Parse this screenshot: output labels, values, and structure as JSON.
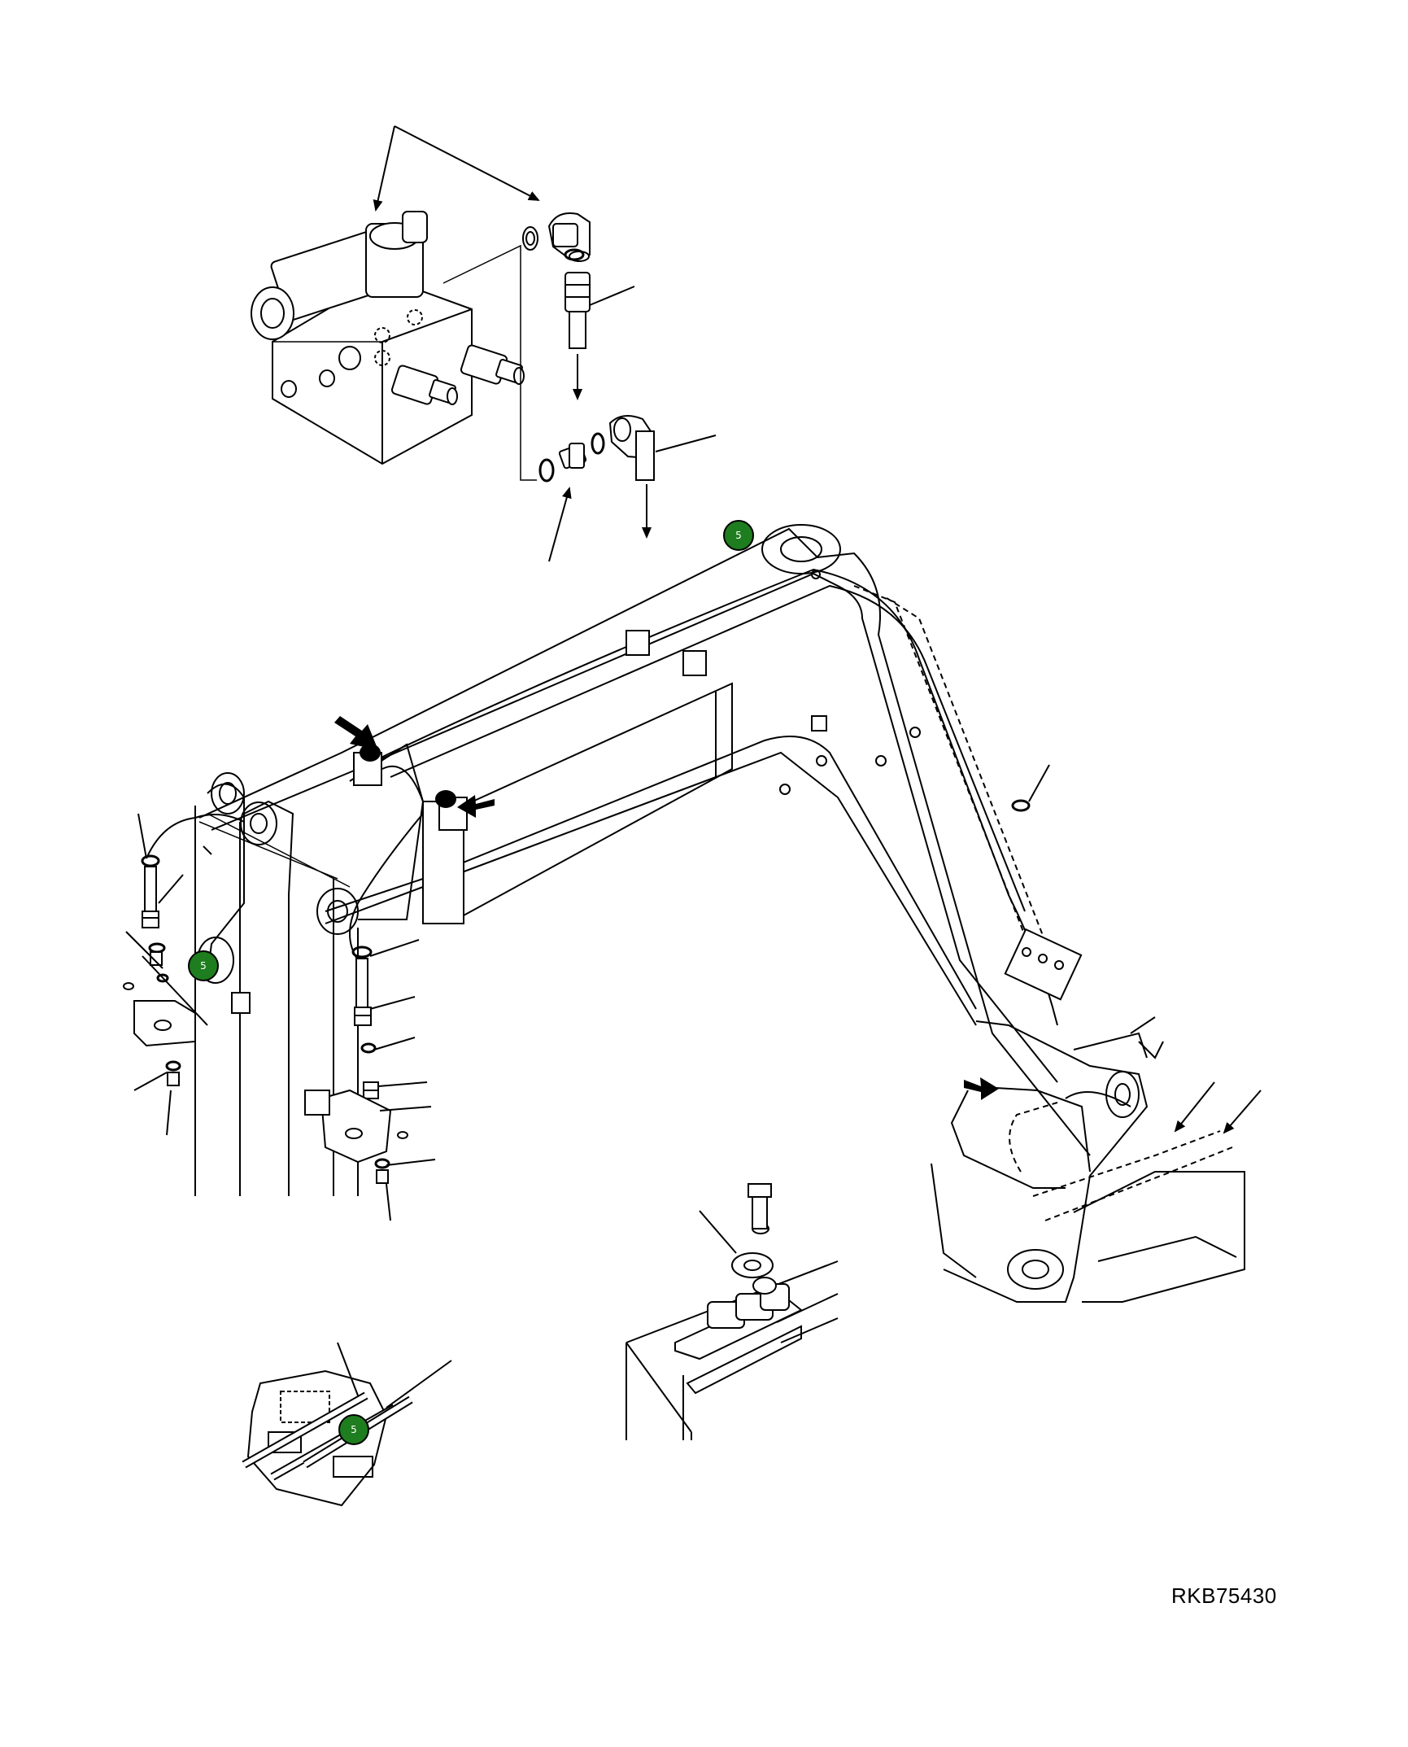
{
  "drawing": {
    "code": "RKB75430"
  },
  "markers": [
    {
      "label": "5"
    },
    {
      "label": "5"
    },
    {
      "label": "5"
    }
  ],
  "colors": {
    "ink": "#000000",
    "paper": "#ffffff",
    "marker_fill": "#1e7d1e",
    "marker_text": "#ffffff"
  }
}
